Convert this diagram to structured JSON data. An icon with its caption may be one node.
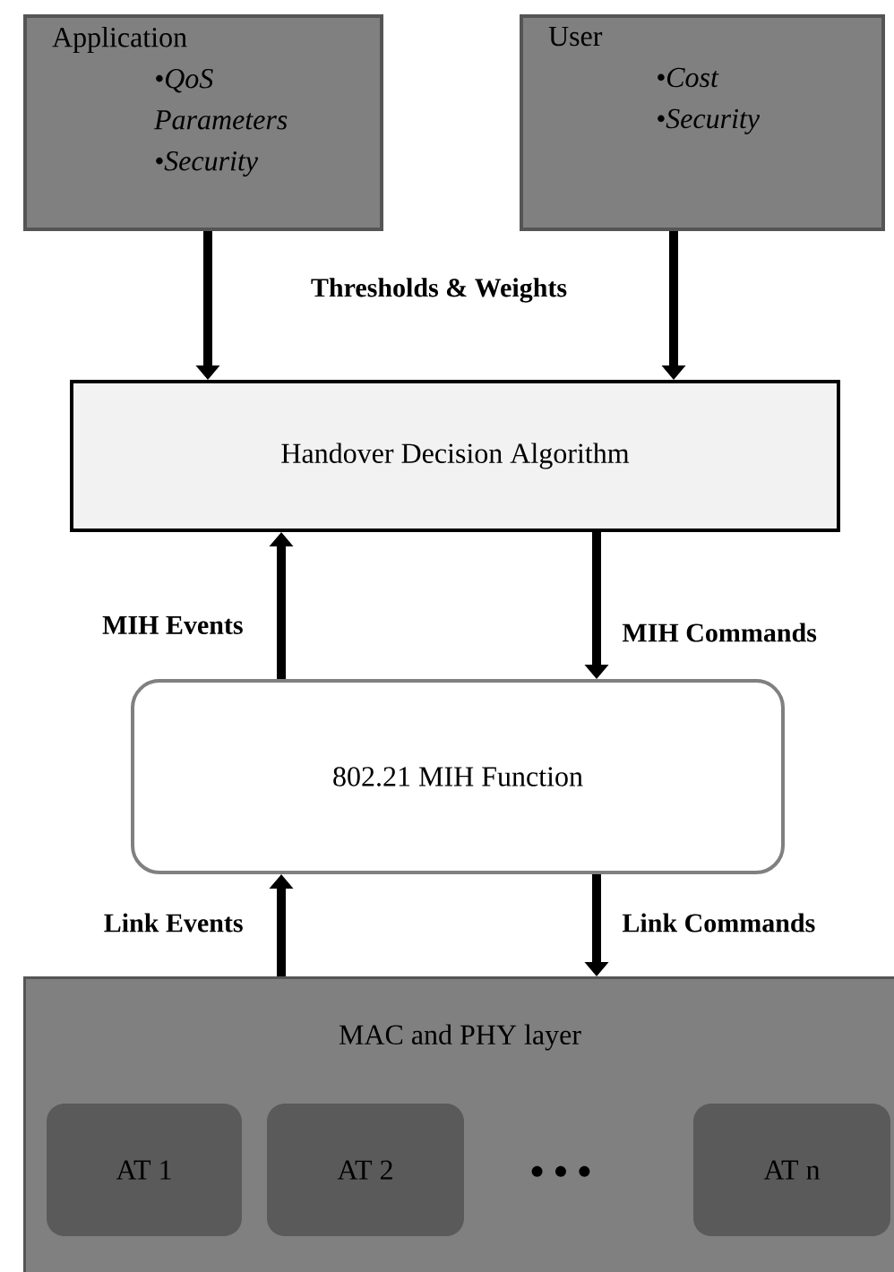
{
  "diagram": {
    "nodes": [
      {
        "text": [
          "Application",
          "•QoS Parameters",
          "•Security"
        ]
      },
      {
        "text": [
          "User",
          "•Cost",
          "•Security"
        ]
      },
      {
        "text": [
          "Handover Decision Algorithm"
        ]
      },
      {
        "text": [
          "802.21 MIH Function"
        ]
      },
      {
        "text": [
          "MAC and PHY layer"
        ]
      },
      {
        "text": [
          "AT 1"
        ],
        "in": 4
      },
      {
        "text": [
          "AT 2"
        ],
        "in": 4
      },
      {
        "text": [
          "AT n"
        ],
        "in": 4
      }
    ],
    "edges": [
      {
        "from": 0,
        "to": 2,
        "arrow": "to"
      },
      {
        "from": 1,
        "to": 2,
        "arrow": "to"
      },
      {
        "from": 3,
        "to": 2,
        "arrow": "to",
        "label": "MIH Events"
      },
      {
        "from": 2,
        "to": 3,
        "arrow": "to",
        "label": "MIH Commands"
      },
      {
        "from": 4,
        "to": 3,
        "arrow": "to",
        "label": "Link Events"
      },
      {
        "from": 3,
        "to": 4,
        "arrow": "to",
        "label": "Link Commands"
      }
    ],
    "labels": [
      "Thresholds  & Weights",
      "• • •"
    ]
  }
}
